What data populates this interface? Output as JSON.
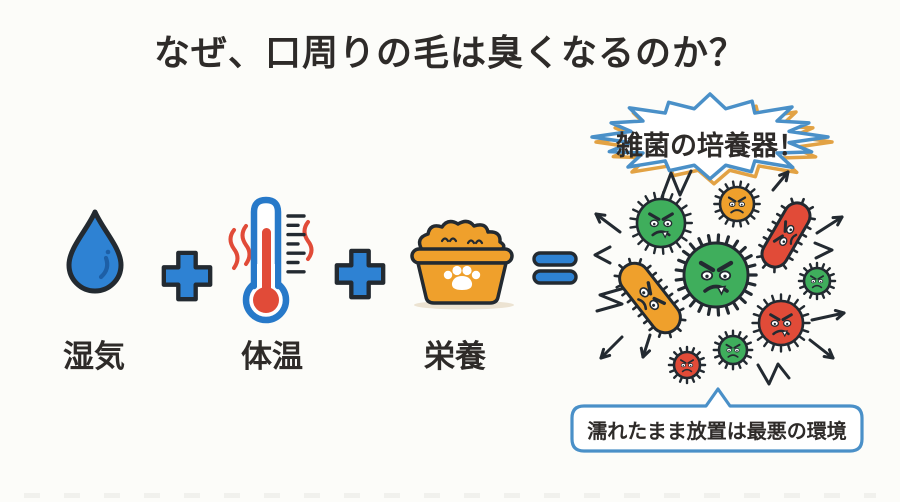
{
  "title": "なぜ、口周りの毛は臭くなるのか？",
  "formula": {
    "items": [
      {
        "icon": "water-drop-icon",
        "label": "湿気"
      },
      {
        "icon": "thermometer-icon",
        "label": "体温"
      },
      {
        "icon": "food-bowl-icon",
        "label": "栄養"
      }
    ],
    "plus_symbol": "+",
    "equals_symbol": "="
  },
  "result": {
    "burst_label": "雑菌の培養器！",
    "callout_text": "濡れたまま放置は最悪の環境",
    "bacteria_icons": [
      "green-coccus-icon",
      "orange-coccus-icon",
      "red-rod-bacterium-icon",
      "large-green-coccus-icon",
      "orange-rod-bacterium-icon",
      "small-green-coccus-icon",
      "red-coccus-icon",
      "small-green-coccus-icon",
      "small-red-coccus-icon"
    ]
  },
  "colors": {
    "background": "#fcfcf9",
    "text": "#2e2b29",
    "outline": "#232a31",
    "blue": "#2e82d3",
    "thermo_blue": "#2779c9",
    "drop_shade": "#1d5fa6",
    "red": "#e14b38",
    "orange": "#efa02c",
    "green": "#3fae5c",
    "bubble_blue": "#4a90c8",
    "bubble_orange": "#e2a244",
    "shadow": "#ece3d2"
  }
}
